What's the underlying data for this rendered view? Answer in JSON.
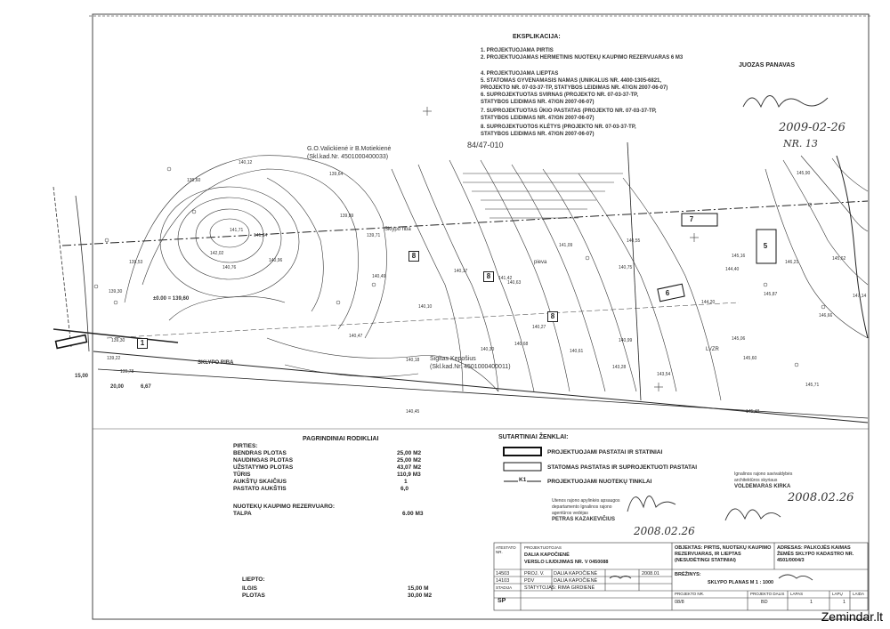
{
  "explication": {
    "title": "EKSPLIKACIJA:",
    "items": [
      "1.  PROJEKTUOJAMA PIRTIS",
      "2.  PROJEKTUOJAMAS HERMETINIS NUOTEKŲ KAUPIMO REZERVUARAS 6 M3",
      "",
      "4.  PROJEKTUOJAMA LIEPTAS",
      "5.  STATOMAS GYVENAMASIS NAMAS (UNIKALUS NR. 4400-1305-6821,",
      "     PROJEKTO NR. 07-03-37-TP, STATYBOS LEIDIMAS NR. 47/GN 2007-06-07)",
      "6.  SUPROJEKTUOTAS SVIRNAS (PROJEKTO NR. 07-03-37-TP,",
      "     STATYBOS LEIDIMAS NR. 47/GN 2007-06-07)",
      "7.  SUPROJEKTUOTAS ŪKIO PASTATAS (PROJEKTO NR. 07-03-37-TP,",
      "     STATYBOS LEIDIMAS NR. 47/GN 2007-06-07)",
      "8.  SUPROJEKTUOTOS KLĖTYS (PROJEKTO NR. 07-03-37-TP,",
      "     STATYBOS LEIDIMAS NR. 47/GN 2007-06-07)"
    ]
  },
  "map": {
    "owner_top": "G.O.Valickienė ir B.Motiekienė",
    "owner_top_kad": "(Skl.kad.Nr. 4501000400033)",
    "parcel_code": "84/47-010",
    "owner_bottom": "Sigitas Kepošius",
    "owner_bottom_kad": "(Skl.kad.Nr. 4501000400011)",
    "sklypo_riba_1": "Sklypo riba",
    "sklypo_riba_2": "SKLYPO RIBA",
    "lvzr": "LVZR",
    "pieva": "pieva",
    "elevation_marker": "±0.00 = 139,60",
    "dims": [
      "15,00",
      "20,00",
      "6,67"
    ],
    "building_numbers": [
      "1",
      "5",
      "6",
      "7",
      "8",
      "8",
      "8"
    ],
    "spot_heights": [
      "139,30",
      "139,22",
      "139,78",
      "139,30",
      "139,53",
      "139,60",
      "140,12",
      "140,76",
      "141,71",
      "142,02",
      "140,96",
      "141,84",
      "139,64",
      "139,89",
      "139,71",
      "140,47",
      "140,18",
      "140,49",
      "140,10",
      "140,45",
      "140,17",
      "141,42",
      "140,27",
      "140,63",
      "140,30",
      "140,68",
      "141,09",
      "140,61",
      "140,75",
      "140,55",
      "140,99",
      "144,20",
      "144,40",
      "145,06",
      "145,60",
      "145,87",
      "145,90",
      "146,21",
      "146,66",
      "147,14",
      "145,16",
      "145,48",
      "145,62",
      "145,71",
      "143,28",
      "143,54"
    ]
  },
  "stamp_top_right": {
    "name": "JUOZAS PANAVAS",
    "date": "2009-02-26",
    "nr": "NR. 13"
  },
  "main_indicators": {
    "title": "PAGRINDINIAI RODIKLIAI",
    "pirtis_label": "PIRTIES:",
    "rows": [
      {
        "k": "BENDRAS PLOTAS",
        "v": "25,00 M2"
      },
      {
        "k": "NAUDINGAS PLOTAS",
        "v": "25,00 M2"
      },
      {
        "k": "UŽSTATYMO PLOTAS",
        "v": "43,07 M2"
      },
      {
        "k": "TŪRIS",
        "v": "110,9 M3"
      },
      {
        "k": "AUKŠTŲ SKAIČIUS",
        "v": "1"
      },
      {
        "k": "PASTATO AUKŠTIS",
        "v": "6,0"
      }
    ],
    "reservoir_label": "NUOTEKŲ KAUPIMO REZERVUARO:",
    "reservoir_rows": [
      {
        "k": "TALPA",
        "v": "6.00 M3"
      }
    ],
    "pier_label": "LIEPTO:",
    "pier_rows": [
      {
        "k": "ILGIS",
        "v": "15,00 M"
      },
      {
        "k": "PLOTAS",
        "v": "30,00 M2"
      }
    ]
  },
  "legend": {
    "title": "SUTARTINIAI ŽENKLAI:",
    "items": [
      "PROJEKTUOJAMI PASTATAI IR STATINIAI",
      "STATOMAS PASTATAS IR SUPROJEKTUOTI PASTATAI",
      "PROJEKTUOJAMI NUOTEKŲ TINKLAI"
    ],
    "line_marker": "K1"
  },
  "approvals": {
    "left_stamp": [
      "Utenos rajono apylinkės apsaugos",
      "departamento Ignalinos rajono",
      "agentūros vedėjas",
      "PETRAS KAZAKEVIČIUS"
    ],
    "left_date": "2008.02.26",
    "right_stamp": [
      "Ignalinos rajono savivaldybės",
      "architektūros skyriaus",
      "VOLDEMARAS KIRKA"
    ],
    "right_date": "2008.02.26"
  },
  "title_block": {
    "atestato_hdr": "ATESTATO NR.",
    "org": [
      "PROJEKTUOTOJAS",
      "DALIA KAPOČIENĖ",
      "VERSLO LIUDIJIMAS NR. V 0450088"
    ],
    "rows": [
      {
        "nr": "14503",
        "role": "PROJ. V.",
        "name": "DALIA KAPOČIENĖ",
        "date": "2008.01"
      },
      {
        "nr": "14103",
        "role": "PDV",
        "name": "DALIA KAPOČIENĖ",
        "date": ""
      },
      {
        "nr": "STADIJA",
        "role": "STATYTOJAS: RIMA GIRDIENĖ",
        "name": "",
        "date": ""
      },
      {
        "nr": "SP",
        "role": "",
        "name": "",
        "date": ""
      }
    ],
    "object": "OBJEKTAS: PIRTIS, NUOTEKŲ KAUPIMO REZERVUARAS, IR LIEPTAS (NESUDĖTINGI STATINIAI)",
    "address": "ADRESAS: PALKOJĖS KAIMAS ŽEMĖS SKLYPO KADASTRO NR. 4501/0004/3",
    "drawing_label": "BRĖŽINYS:",
    "drawing": "SKLYPO PLANAS M 1 : 1000",
    "cols": [
      "PROJEKTO NR.",
      "PROJEKTO DALIS",
      "LAPAS",
      "LAPŲ",
      "LAIDA"
    ],
    "vals": [
      "08/8",
      "BD",
      "1",
      "1",
      ""
    ]
  },
  "watermark": "Zemindar.lt"
}
